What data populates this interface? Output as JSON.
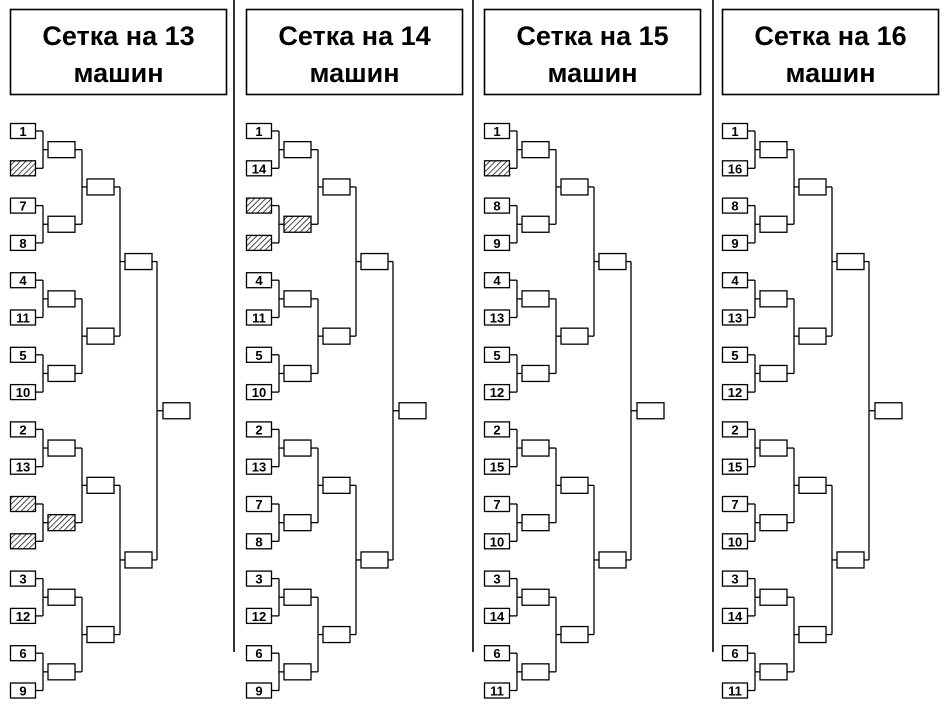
{
  "colors": {
    "line": "#000000",
    "background": "#ffffff"
  },
  "brackets": [
    {
      "title_line1": "Сетка на 13",
      "title_line2": "машин",
      "seeds": [
        "1",
        "bye",
        "7",
        "8",
        "4",
        "11",
        "5",
        "10",
        "2",
        "13",
        "bye",
        "bye",
        "3",
        "12",
        "6",
        "9"
      ],
      "round1": [
        "empty",
        "empty",
        "empty",
        "empty",
        "empty",
        "bye",
        "empty",
        "empty"
      ]
    },
    {
      "title_line1": "Сетка на 14",
      "title_line2": "машин",
      "seeds": [
        "1",
        "14",
        "bye",
        "bye",
        "4",
        "11",
        "5",
        "10",
        "2",
        "13",
        "7",
        "8",
        "3",
        "12",
        "6",
        "9"
      ],
      "round1": [
        "empty",
        "bye",
        "empty",
        "empty",
        "empty",
        "empty",
        "empty",
        "empty"
      ]
    },
    {
      "title_line1": "Сетка на 15",
      "title_line2": "машин",
      "seeds": [
        "1",
        "bye",
        "8",
        "9",
        "4",
        "13",
        "5",
        "12",
        "2",
        "15",
        "7",
        "10",
        "3",
        "14",
        "6",
        "11"
      ],
      "round1": [
        "empty",
        "empty",
        "empty",
        "empty",
        "empty",
        "empty",
        "empty",
        "empty"
      ]
    },
    {
      "title_line1": "Сетка на 16",
      "title_line2": "машин",
      "seeds": [
        "1",
        "16",
        "8",
        "9",
        "4",
        "13",
        "5",
        "12",
        "2",
        "15",
        "7",
        "10",
        "3",
        "14",
        "6",
        "11"
      ],
      "round1": [
        "empty",
        "empty",
        "empty",
        "empty",
        "empty",
        "empty",
        "empty",
        "empty"
      ]
    }
  ]
}
